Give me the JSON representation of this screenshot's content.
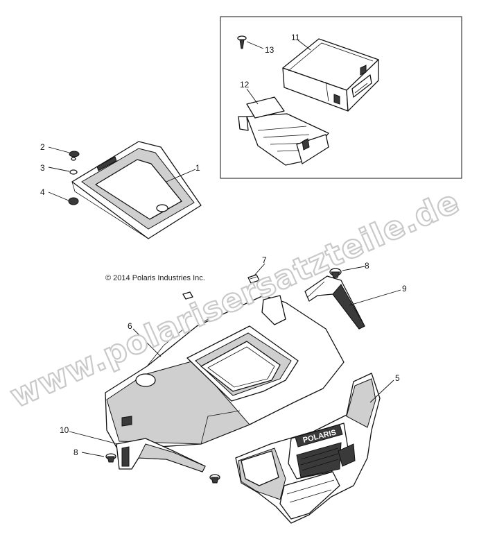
{
  "diagram": {
    "copyright": "© 2014 Polaris Industries Inc.",
    "watermark": "www.polarisersatzteile.de",
    "grille_brand": "POLARIS",
    "callouts": {
      "c1": "1",
      "c2": "2",
      "c3": "3",
      "c4": "4",
      "c5": "5",
      "c6": "6",
      "c7": "7",
      "c8a": "8",
      "c8b": "8",
      "c9": "9",
      "c10": "10",
      "c11": "11",
      "c12": "12",
      "c13": "13"
    }
  }
}
